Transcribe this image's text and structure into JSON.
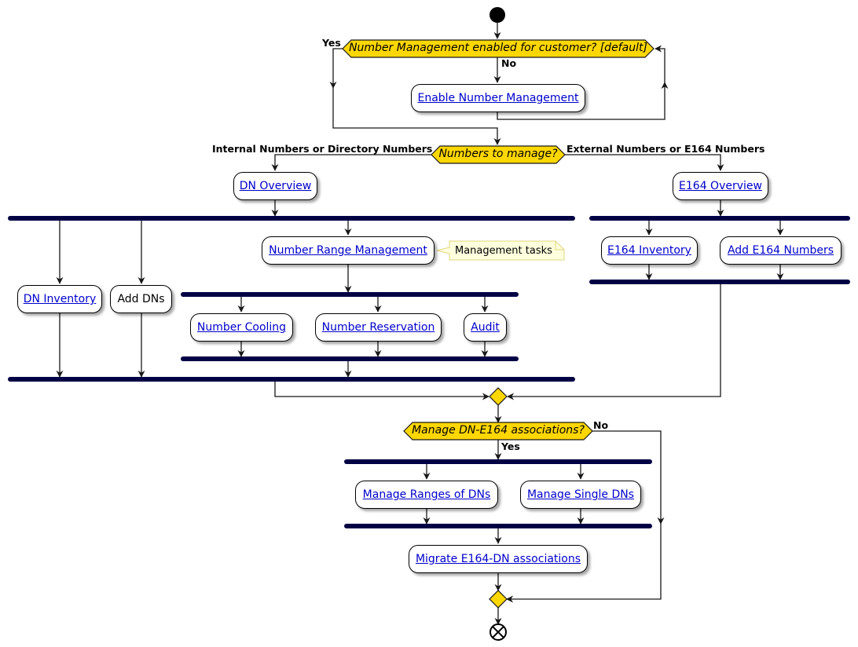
{
  "colors": {
    "line": "#181818",
    "bar": "#000044",
    "decision_fill": "#FFD700",
    "link_text": "#0000CC",
    "note_fill": "#FEFFDD",
    "note_border": "#E0D480"
  },
  "decisions": {
    "nm_enabled": {
      "text": "Number Management enabled for customer? [default]",
      "yes": "Yes",
      "no": "No"
    },
    "numbers_to_manage": {
      "text": "Numbers to manage?",
      "left": "Internal Numbers or Directory Numbers",
      "right": "External Numbers or E164 Numbers"
    },
    "manage_assoc": {
      "text": "Manage DN-E164 associations?",
      "yes": "Yes",
      "no": "No"
    }
  },
  "activities": {
    "enable_nm": "Enable Number Management",
    "dn_overview": "DN Overview",
    "dn_inventory": "DN Inventory",
    "add_dns": "Add DNs",
    "number_range_management": "Number Range Management",
    "number_cooling": "Number Cooling",
    "number_reservation": "Number Reservation",
    "audit": "Audit",
    "e164_overview": "E164 Overview",
    "e164_inventory": "E164 Inventory",
    "add_e164_numbers": "Add E164 Numbers",
    "manage_ranges_dns": "Manage Ranges of DNs",
    "manage_single_dns": "Manage Single DNs",
    "migrate_assoc": "Migrate E164-DN associations"
  },
  "note": {
    "text": "Management tasks"
  },
  "icons": {
    "start": "start-node-icon",
    "end": "end-node-icon"
  }
}
